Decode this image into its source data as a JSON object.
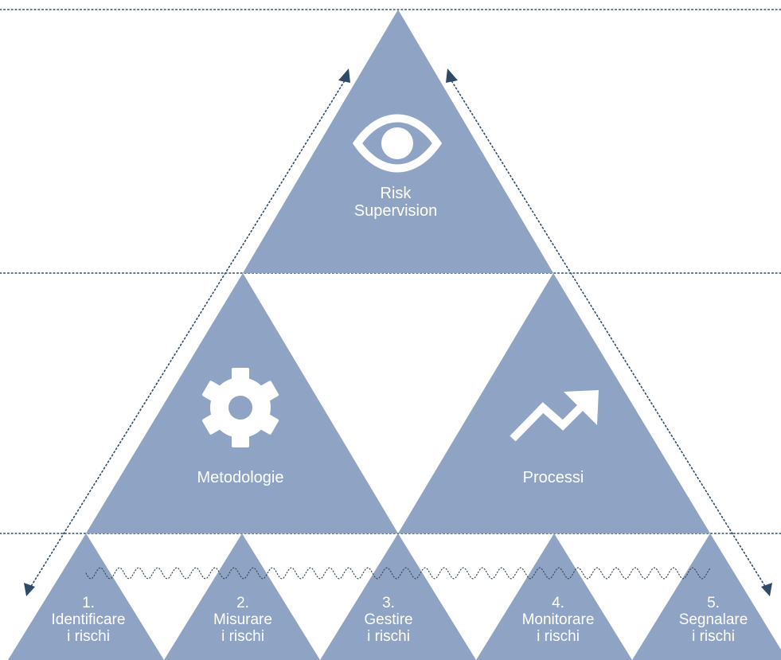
{
  "palette": {
    "triangle_fill": "#8fa3c4",
    "guide_lines": "#2e4a66",
    "text": "#ffffff",
    "background": "#ffffff"
  },
  "top": {
    "icon": "eye-icon",
    "label_line1": "Risk",
    "label_line2": "Supervision"
  },
  "middle_left": {
    "icon": "gear-icon",
    "label": "Metodologie"
  },
  "middle_right": {
    "icon": "trend-up-arrow-icon",
    "label": "Processi"
  },
  "steps": [
    {
      "number": "1.",
      "line1": "Identificare",
      "line2": "i rischi"
    },
    {
      "number": "2.",
      "line1": "Misurare",
      "line2": "i rischi"
    },
    {
      "number": "3.",
      "line1": "Gestire",
      "line2": "i rischi"
    },
    {
      "number": "4.",
      "line1": "Monitorare",
      "line2": "i rischi"
    },
    {
      "number": "5.",
      "line1": "Segnalare",
      "line2": "i rischi"
    }
  ]
}
